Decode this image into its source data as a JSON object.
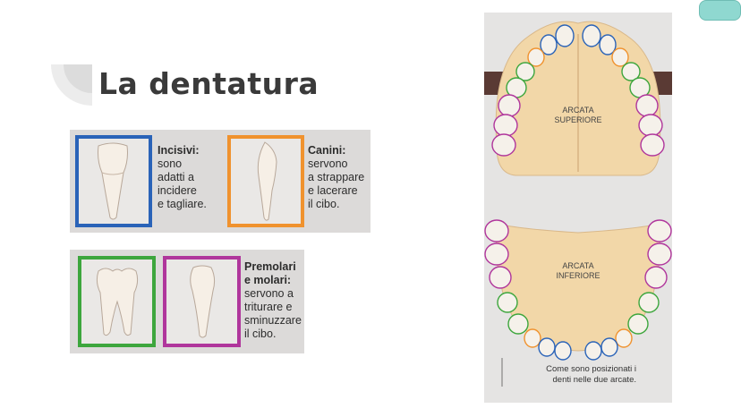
{
  "slide": {
    "title": "La dentatura"
  },
  "cards": [
    {
      "heading": "Incisivi:",
      "lines": [
        "sono",
        "adatti a",
        "incidere",
        "e tagliare."
      ],
      "frame_color": "#2a63b8"
    },
    {
      "heading": "Canini:",
      "lines": [
        "servono",
        "a strappare",
        "e lacerare",
        "il cibo."
      ],
      "frame_color": "#f0922e"
    },
    {
      "heading_lines": [
        "Premolari",
        "e molari:"
      ],
      "lines": [
        "servono a",
        "triturare e",
        "sminuzzare",
        "il cibo."
      ],
      "frame_colors": [
        "#3da63d",
        "#b0369c"
      ]
    }
  ],
  "diagram": {
    "upper_label": [
      "ARCATA",
      "SUPERIORE"
    ],
    "lower_label": [
      "ARCATA",
      "INFERIORE"
    ],
    "caption": [
      "Come sono posizionati i",
      "denti nelle due arcate."
    ]
  }
}
